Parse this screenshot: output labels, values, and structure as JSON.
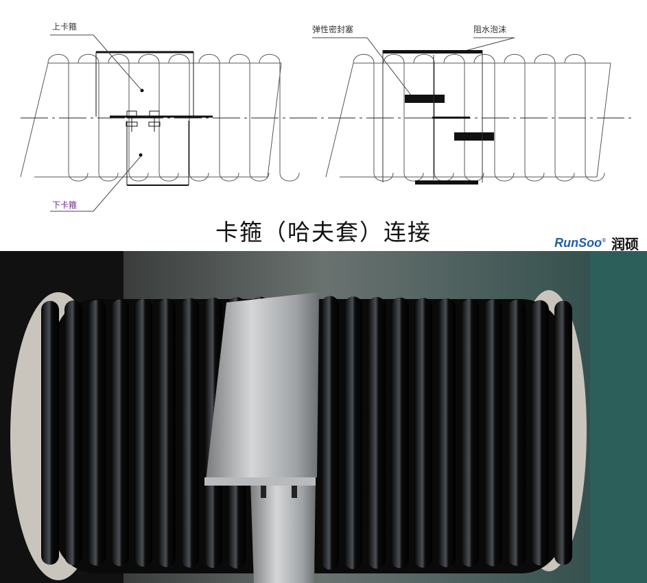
{
  "diagram": {
    "labels": {
      "upper_clamp": "上卡箍",
      "lower_clamp": "下卡箍",
      "elastic_seal": "弹性密封塞",
      "water_foam": "阻水泡沫"
    }
  },
  "caption": "卡箍（哈夫套）连接",
  "brand": {
    "en": "RunSoo",
    "registered": "®",
    "cn": "润硕",
    "color": "#1f5fa8"
  }
}
